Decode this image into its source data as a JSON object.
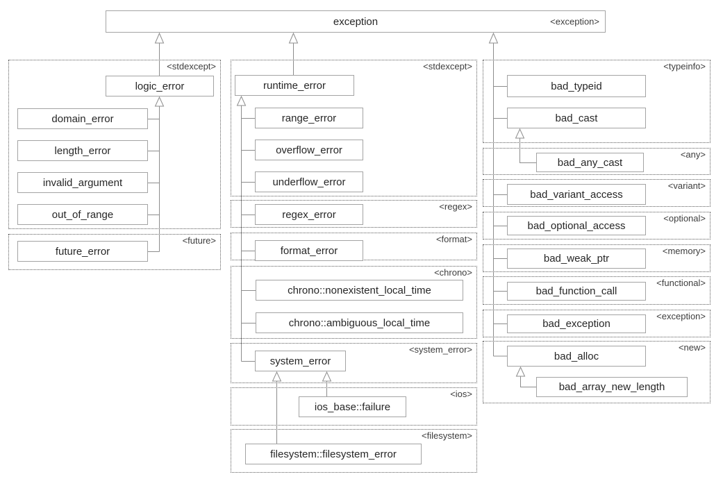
{
  "colors": {
    "box_border": "#a3a3a3",
    "connector": "#8c8c8c",
    "group_border": "#5a5a5a",
    "text": "#262626"
  },
  "diagram": {
    "root": {
      "label": "exception",
      "header": "<exception>"
    },
    "groups": {
      "stdexcept_left": "<stdexcept>",
      "future": "<future>",
      "stdexcept_mid": "<stdexcept>",
      "regex": "<regex>",
      "format": "<format>",
      "chrono": "<chrono>",
      "system_error": "<system_error>",
      "ios": "<ios>",
      "filesystem": "<filesystem>",
      "typeinfo": "<typeinfo>",
      "any": "<any>",
      "variant": "<variant>",
      "optional": "<optional>",
      "memory": "<memory>",
      "functional": "<functional>",
      "exception": "<exception>",
      "new": "<new>"
    },
    "nodes": {
      "logic_error": "logic_error",
      "domain_error": "domain_error",
      "length_error": "length_error",
      "invalid_argument": "invalid_argument",
      "out_of_range": "out_of_range",
      "future_error": "future_error",
      "runtime_error": "runtime_error",
      "range_error": "range_error",
      "overflow_error": "overflow_error",
      "underflow_error": "underflow_error",
      "regex_error": "regex_error",
      "format_error": "format_error",
      "chrono_nonexistent_local_time": "chrono::nonexistent_local_time",
      "chrono_ambiguous_local_time": "chrono::ambiguous_local_time",
      "system_error": "system_error",
      "ios_base_failure": "ios_base::failure",
      "filesystem_filesystem_error": "filesystem::filesystem_error",
      "bad_typeid": "bad_typeid",
      "bad_cast": "bad_cast",
      "bad_any_cast": "bad_any_cast",
      "bad_variant_access": "bad_variant_access",
      "bad_optional_access": "bad_optional_access",
      "bad_weak_ptr": "bad_weak_ptr",
      "bad_function_call": "bad_function_call",
      "bad_exception": "bad_exception",
      "bad_alloc": "bad_alloc",
      "bad_array_new_length": "bad_array_new_length"
    }
  }
}
